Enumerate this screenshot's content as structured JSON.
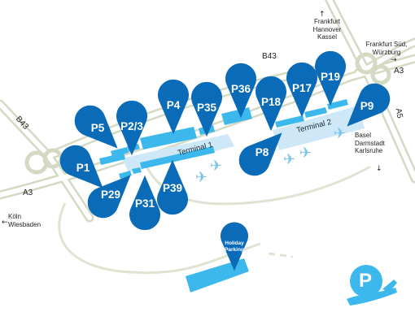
{
  "colors": {
    "background": "#ffffff",
    "road_outline": "#d4d9c4",
    "road_fill": "#ffffff",
    "minor_road": "#dfe3d2",
    "terminal_fill": "#cfe8f8",
    "parking_fill": "#3db8ec",
    "pin_fill": "#0a6bb8",
    "plane": "#7cc4ec",
    "text": "#222222"
  },
  "directions": {
    "north": "Frankfurt\nHannover\nKassel",
    "northeast": "Frankfurt Süd,\nWürzburg",
    "southeast": "Basel\nDarmstadt\nKarlsruhe",
    "west": "Köln\nWiesbaden"
  },
  "roads": {
    "b43_top": "B43",
    "b43_left": "B43",
    "a3_left": "A3",
    "a3_right": "A3",
    "a5": "A5"
  },
  "terminals": {
    "t1": "Terminal 1",
    "t2": "Terminal 2"
  },
  "parking": [
    {
      "id": "P1",
      "label": "P1"
    },
    {
      "id": "P2/3",
      "label": "P2/3"
    },
    {
      "id": "P4",
      "label": "P4"
    },
    {
      "id": "P5",
      "label": "P5"
    },
    {
      "id": "P8",
      "label": "P8"
    },
    {
      "id": "P9",
      "label": "P9"
    },
    {
      "id": "P17",
      "label": "P17"
    },
    {
      "id": "P18",
      "label": "P18"
    },
    {
      "id": "P19",
      "label": "P19"
    },
    {
      "id": "P29",
      "label": "P29"
    },
    {
      "id": "P31",
      "label": "P31"
    },
    {
      "id": "P35",
      "label": "P35"
    },
    {
      "id": "P36",
      "label": "P36"
    },
    {
      "id": "P39",
      "label": "P39"
    }
  ],
  "holiday_parking": {
    "label": "Holiday\nParking"
  },
  "logo": {
    "letter": "P",
    "icon": "airplane-parking-logo"
  }
}
